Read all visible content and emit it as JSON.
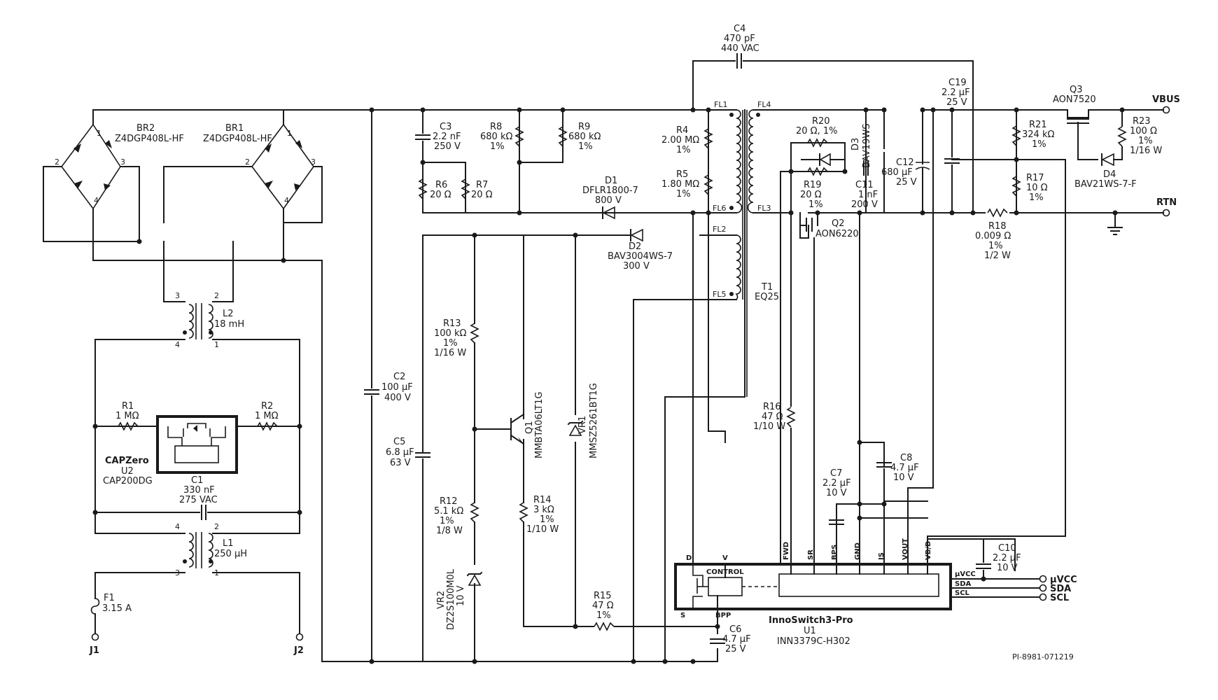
{
  "components": {
    "br2": {
      "ref": "BR2",
      "part": "Z4DGP408L-HF",
      "p1": "1",
      "p2": "2",
      "p3": "3",
      "p4": "4"
    },
    "br1": {
      "ref": "BR1",
      "part": "Z4DGP408L-HF",
      "p1": "1",
      "p2": "2",
      "p3": "3",
      "p4": "4"
    },
    "l2": {
      "ref": "L2",
      "value": "18 mH",
      "p1": "1",
      "p2": "2",
      "p3": "3",
      "p4": "4"
    },
    "l1": {
      "ref": "L1",
      "value": "250 µH",
      "p1": "1",
      "p2": "2",
      "p3": "3",
      "p4": "4"
    },
    "r1": {
      "ref": "R1",
      "value": "1 MΩ"
    },
    "r2": {
      "ref": "R2",
      "value": "1 MΩ"
    },
    "u2": {
      "brand": "CAPZero",
      "ref": "U2",
      "part": "CAP200DG"
    },
    "c1": {
      "ref": "C1",
      "value": "330 nF",
      "rating": "275 VAC"
    },
    "f1": {
      "ref": "F1",
      "value": "3.15 A"
    },
    "j1": {
      "ref": "J1"
    },
    "j2": {
      "ref": "J2"
    },
    "c2": {
      "ref": "C2",
      "value": "100 µF",
      "rating": "400 V"
    },
    "c5": {
      "ref": "C5",
      "value": "6.8 µF",
      "rating": "63 V"
    },
    "c3": {
      "ref": "C3",
      "value": "2.2 nF",
      "rating": "250 V"
    },
    "r6": {
      "ref": "R6",
      "value": "20 Ω"
    },
    "r7": {
      "ref": "R7",
      "value": "20 Ω"
    },
    "r8": {
      "ref": "R8",
      "value": "680 kΩ",
      "tol": "1%"
    },
    "r9": {
      "ref": "R9",
      "value": "680 kΩ",
      "tol": "1%"
    },
    "c4": {
      "ref": "C4",
      "value": "470 pF",
      "rating": "440 VAC"
    },
    "r4": {
      "ref": "R4",
      "value": "2.00 MΩ",
      "tol": "1%"
    },
    "r5": {
      "ref": "R5",
      "value": "1.80 MΩ",
      "tol": "1%"
    },
    "d1": {
      "ref": "D1",
      "part": "DFLR1800-7",
      "rating": "800 V"
    },
    "d2": {
      "ref": "D2",
      "part": "BAV3004WS-7",
      "rating": "300 V"
    },
    "t1": {
      "ref": "T1",
      "core": "EQ25",
      "fl1": "FL1",
      "fl2": "FL2",
      "fl3": "FL3",
      "fl4": "FL4",
      "fl5": "FL5",
      "fl6": "FL6"
    },
    "r13": {
      "ref": "R13",
      "value": "100 kΩ",
      "tol": "1%",
      "power": "1/16 W"
    },
    "r12": {
      "ref": "R12",
      "value": "5.1 kΩ",
      "tol": "1%",
      "power": "1/8 W"
    },
    "vr2": {
      "ref": "VR2",
      "part": "DZ2S100M0L",
      "rating": "10 V"
    },
    "q1": {
      "ref": "Q1",
      "part": "MMBTA06LT1G"
    },
    "vr1": {
      "ref": "VR1",
      "part": "MMSZ5261BT1G"
    },
    "r14": {
      "ref": "R14",
      "value": "3 kΩ",
      "tol": "1%",
      "power": "1/10 W"
    },
    "r15": {
      "ref": "R15",
      "value": "47 Ω",
      "tol": "1%"
    },
    "r20": {
      "ref": "R20",
      "value": "20 Ω, 1%"
    },
    "d3": {
      "ref": "D3",
      "part": "BAV19WS"
    },
    "r19": {
      "ref": "R19",
      "value": "20 Ω",
      "tol": "1%"
    },
    "c11": {
      "ref": "C11",
      "value": "1 nF",
      "rating": "200 V"
    },
    "q2": {
      "ref": "Q2",
      "part": "AON6220"
    },
    "c12": {
      "ref": "C12",
      "value": "680 µF",
      "rating": "25 V"
    },
    "c19": {
      "ref": "C19",
      "value": "2.2 µF",
      "rating": "25 V"
    },
    "q3": {
      "ref": "Q3",
      "part": "AON7520"
    },
    "r21": {
      "ref": "R21",
      "value": "324 kΩ",
      "tol": "1%"
    },
    "r17": {
      "ref": "R17",
      "value": "10 Ω",
      "tol": "1%"
    },
    "r23": {
      "ref": "R23",
      "value": "100 Ω",
      "tol": "1%",
      "power": "1/16 W"
    },
    "d4": {
      "ref": "D4",
      "part": "BAV21WS-7-F"
    },
    "r18": {
      "ref": "R18",
      "value": "0.009 Ω",
      "tol": "1%",
      "power": "1/2 W"
    },
    "r16": {
      "ref": "R16",
      "value": "47 Ω",
      "power": "1/10 W"
    },
    "c7": {
      "ref": "C7",
      "value": "2.2 µF",
      "rating": "10 V"
    },
    "c8": {
      "ref": "C8",
      "value": "4.7 µF",
      "rating": "10 V"
    },
    "c10": {
      "ref": "C10",
      "value": "2.2 µF",
      "rating": "10 V"
    },
    "c6": {
      "ref": "C6",
      "value": "4.7 µF",
      "rating": "25 V"
    },
    "u1": {
      "family": "InnoSwitch3-Pro",
      "ref": "U1",
      "part": "INN3379C-H302",
      "control": "CONTROL",
      "pin_d": "D",
      "pin_v": "V",
      "pin_s": "S",
      "pin_bpp": "BPP",
      "pin_fwd": "FWD",
      "pin_sr": "SR",
      "pin_bps": "BPS",
      "pin_gnd": "GND",
      "pin_is": "IS",
      "pin_vout": "VOUT",
      "pin_vbd": "VB/D",
      "pin_uvcc": "µVCC",
      "pin_sda": "SDA",
      "pin_scl": "SCL"
    }
  },
  "nets": {
    "vbus": "VBUS",
    "rtn": "RTN",
    "uvcc": "µVCC",
    "sda": "SDA",
    "scl": "SCL"
  },
  "drawing_id": "PI-8981-071219"
}
